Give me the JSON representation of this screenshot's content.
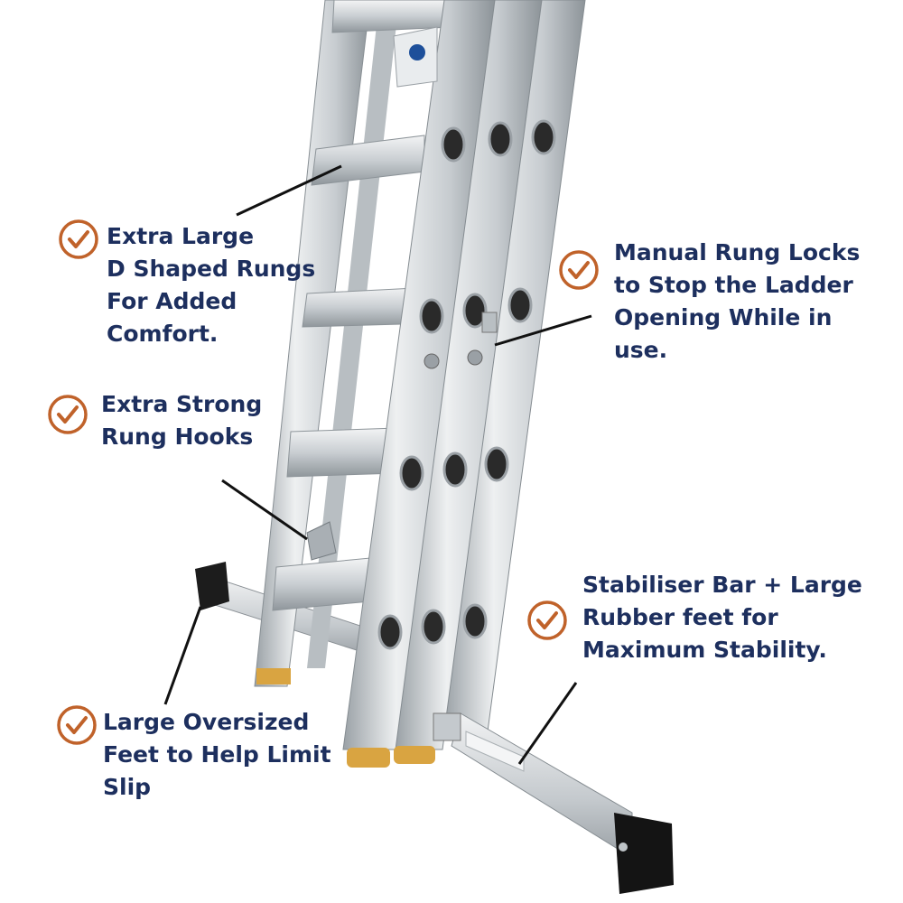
{
  "colors": {
    "text": "#1d2f5e",
    "check": "#c0622a",
    "aluminium_light": "#e7eaec",
    "aluminium_mid": "#c3c8cc",
    "aluminium_dark": "#8f969b",
    "foot": "#1a1a1a",
    "rubber_tan": "#d9a441"
  },
  "callouts": {
    "rungs": {
      "icon": "check-circle-icon",
      "lines": [
        "Extra Large",
        "D Shaped Rungs",
        "For Added",
        "Comfort."
      ]
    },
    "hooks": {
      "icon": "check-circle-icon",
      "lines": [
        "Extra Strong",
        "Rung Hooks"
      ]
    },
    "feet": {
      "icon": "check-circle-icon",
      "lines": [
        "Large Oversized",
        "Feet to Help Limit",
        "Slip"
      ]
    },
    "locks": {
      "icon": "check-circle-icon",
      "lines": [
        "Manual Rung Locks",
        "to Stop the Ladder",
        "Opening While in",
        "use."
      ]
    },
    "stabiliser": {
      "icon": "check-circle-icon",
      "lines": [
        "Stabiliser Bar + Large",
        "Rubber feet for",
        "Maximum Stability."
      ]
    }
  }
}
